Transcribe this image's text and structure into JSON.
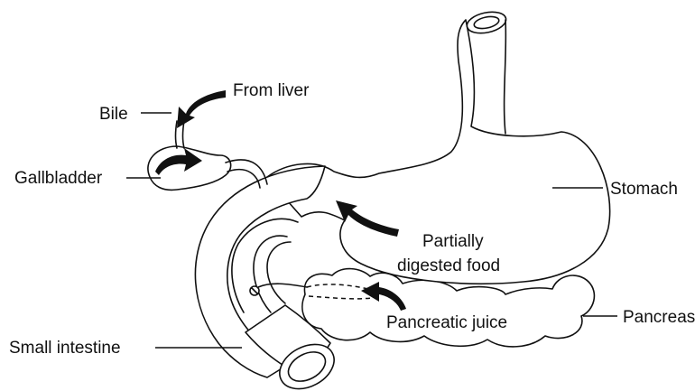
{
  "labels": {
    "from_liver": "From liver",
    "bile": "Bile",
    "gallbladder": "Gallbladder",
    "stomach": "Stomach",
    "partially_line1": "Partially",
    "partially_line2": "digested food",
    "pancreas": "Pancreas",
    "pancreatic_juice": "Pancreatic juice",
    "small_intestine": "Small intestine"
  },
  "colors": {
    "ink": "#111111",
    "background": "#ffffff"
  }
}
